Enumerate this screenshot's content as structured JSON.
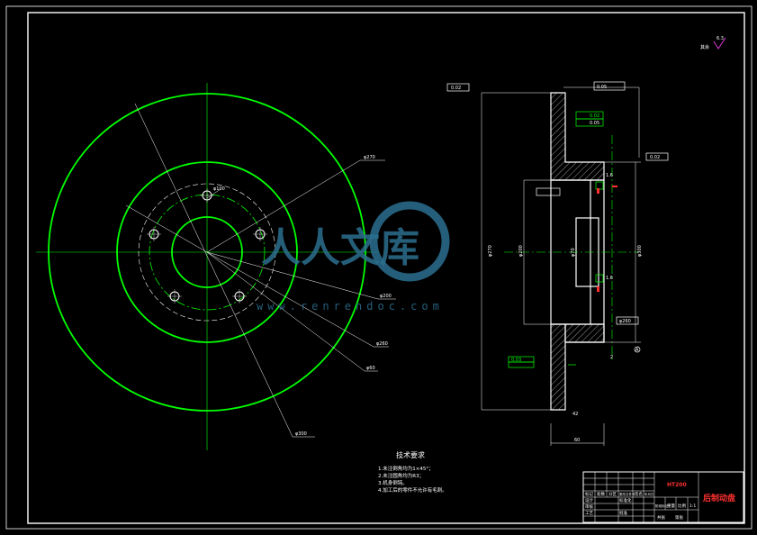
{
  "drawing": {
    "roughness_note": "其余",
    "roughness_value": "6.3",
    "left_view": {
      "dim_labels": [
        "φ270",
        "φ100",
        "φ200",
        "φ260",
        "φ60",
        "φ300"
      ]
    },
    "right_view": {
      "datum_a": "A",
      "tolerance_labels": [
        "0.02",
        "0.05",
        "0.05",
        "0.02",
        "0.02",
        "0.03"
      ],
      "dim_labels": [
        "φ270",
        "φ200",
        "φ70",
        "φ300",
        "60",
        "42",
        "2",
        "1.6",
        "1.6",
        "φ260"
      ]
    },
    "watermark": {
      "main": "人人文库",
      "sub": "www.renrendoc.com"
    },
    "tech_requirements": {
      "heading": "技术要求",
      "items": [
        "1.未注倒角均为1×45°；",
        "2.未注圆角均为R3；",
        "3.机身倒钝。",
        "4.加工后的零件不允许有毛刺。"
      ]
    },
    "title_block": {
      "part_name": "后制动盘",
      "material": "HT200",
      "scale": "1:1",
      "row_labels": [
        "标记",
        "处数",
        "分区",
        "更改文件号",
        "签名",
        "年月日"
      ],
      "role_labels": [
        "设计",
        "审核",
        "工艺",
        "标准化",
        "批准"
      ],
      "stage_labels": [
        "阶段标记",
        "重量",
        "比例"
      ],
      "sheet_labels": [
        "共张",
        "第张"
      ]
    }
  }
}
